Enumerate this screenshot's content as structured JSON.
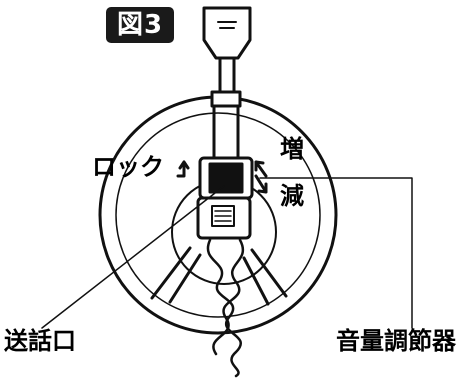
{
  "figure": {
    "badge": "図3"
  },
  "labels": {
    "lock": "ロック",
    "volume_up": "増",
    "volume_down": "減",
    "mouthpiece": "送話口",
    "volume_control": "音量調節器"
  }
}
